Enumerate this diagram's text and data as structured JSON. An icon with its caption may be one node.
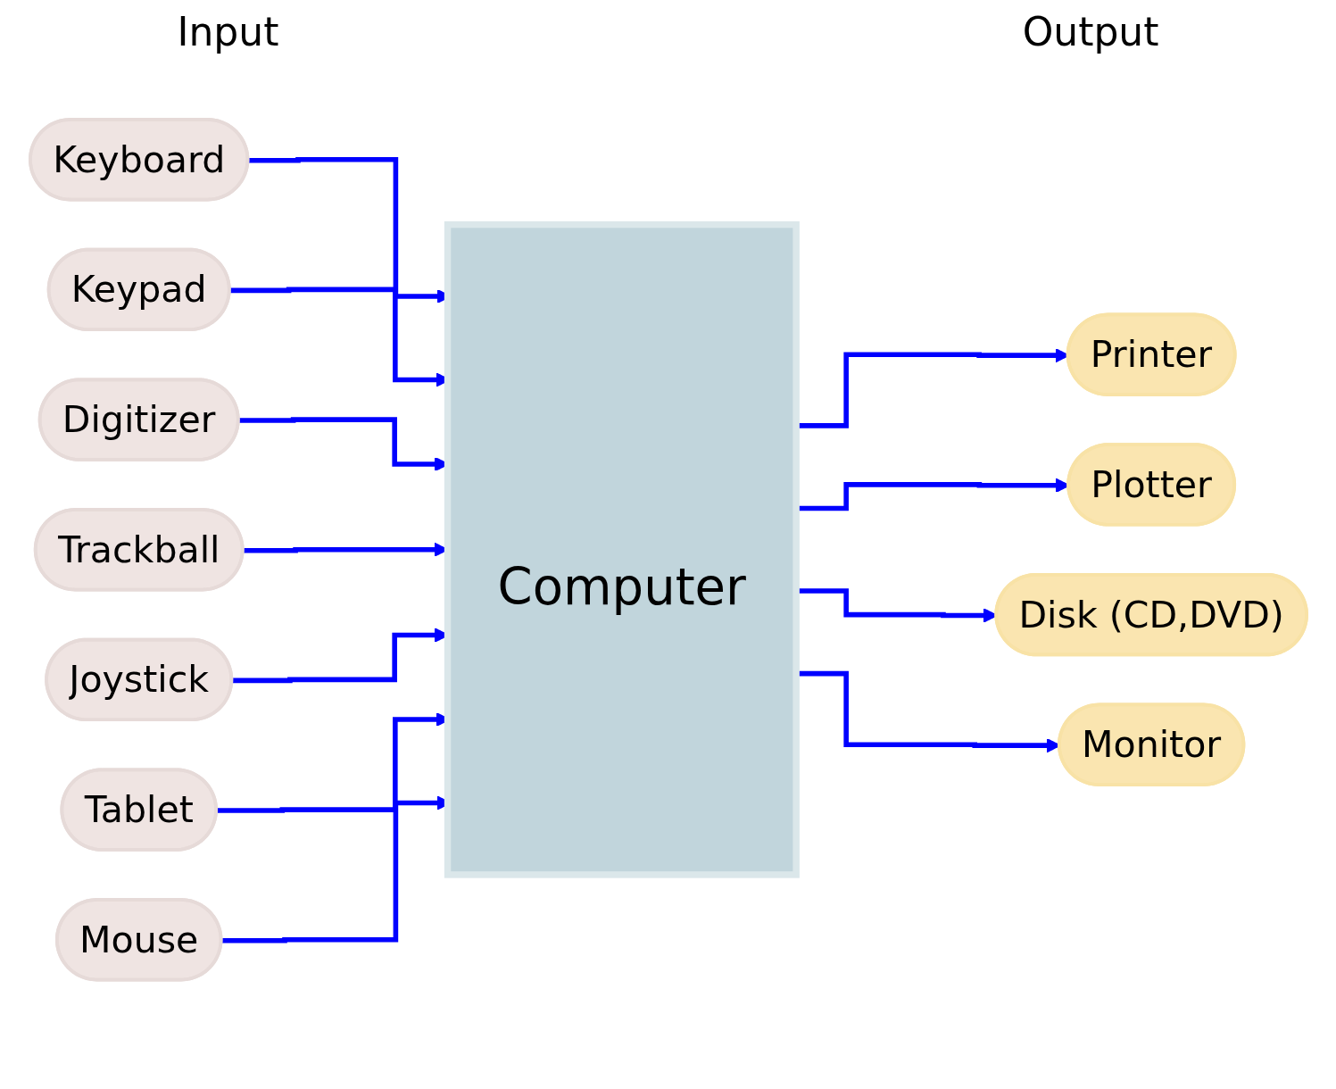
{
  "diagram": {
    "nodes": [
      {
        "text": [
          "Keyboard"
        ]
      },
      {
        "text": [
          "Keypad"
        ]
      },
      {
        "text": [
          "Digitizer"
        ]
      },
      {
        "text": [
          "Trackball"
        ]
      },
      {
        "text": [
          "Joystick"
        ]
      },
      {
        "text": [
          "Tablet"
        ]
      },
      {
        "text": [
          "Mouse"
        ]
      },
      {
        "text": [
          "Computer"
        ]
      },
      {
        "text": [
          "Printer"
        ]
      },
      {
        "text": [
          "Plotter"
        ]
      },
      {
        "text": [
          "Disk (CD,DVD)"
        ]
      },
      {
        "text": [
          "Monitor"
        ]
      }
    ],
    "edges": [
      {
        "from": 0,
        "to": 7,
        "arrow": "to",
        "color": "#0000ff"
      },
      {
        "from": 1,
        "to": 7,
        "arrow": "to",
        "color": "#0000ff"
      },
      {
        "from": 2,
        "to": 7,
        "arrow": "to",
        "color": "#0000ff"
      },
      {
        "from": 3,
        "to": 7,
        "arrow": "to",
        "color": "#0000ff"
      },
      {
        "from": 4,
        "to": 7,
        "arrow": "to",
        "color": "#0000ff"
      },
      {
        "from": 5,
        "to": 7,
        "arrow": "to",
        "color": "#0000ff"
      },
      {
        "from": 6,
        "to": 7,
        "arrow": "to",
        "color": "#0000ff"
      },
      {
        "from": 7,
        "to": 8,
        "arrow": "to",
        "color": "#0000ff"
      },
      {
        "from": 7,
        "to": 9,
        "arrow": "to",
        "color": "#0000ff"
      },
      {
        "from": 7,
        "to": 10,
        "arrow": "to",
        "color": "#0000ff"
      },
      {
        "from": 7,
        "to": 11,
        "arrow": "to",
        "color": "#0000ff"
      }
    ],
    "labels": [
      "Input",
      "Output"
    ]
  }
}
